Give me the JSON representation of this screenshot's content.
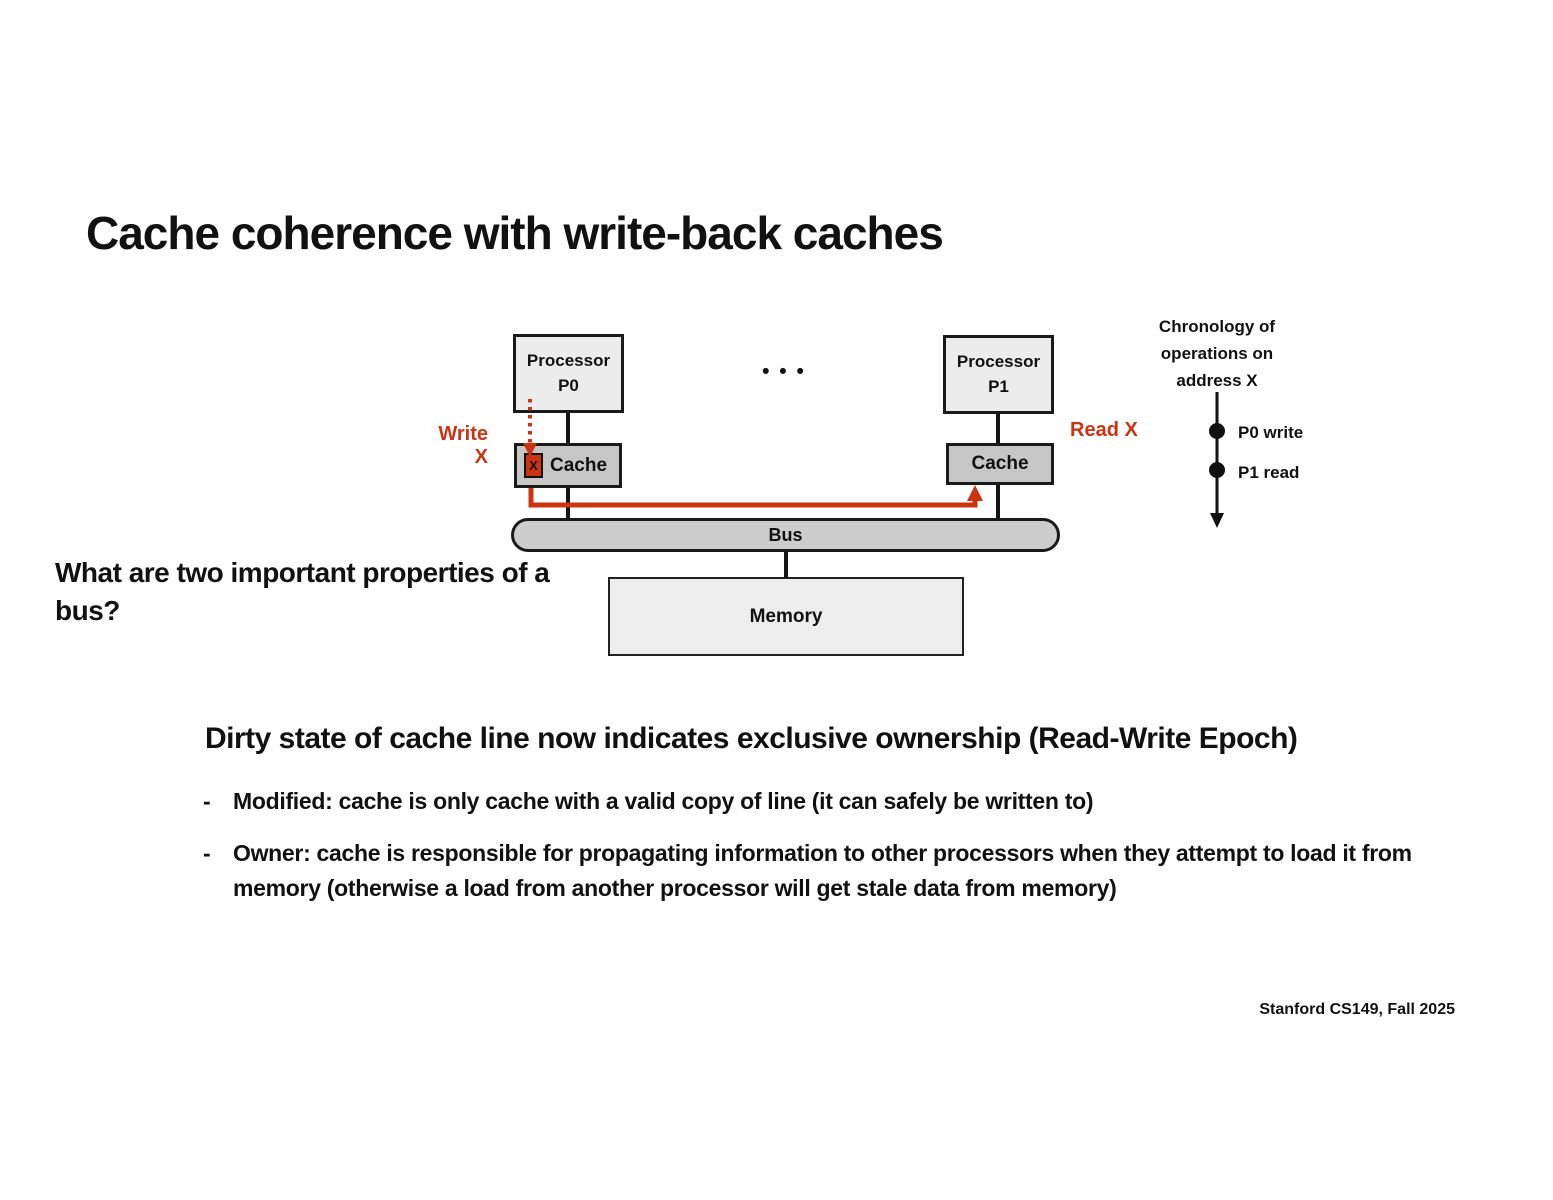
{
  "slide": {
    "title": "Cache coherence with write-back caches",
    "question": "What are two important properties of a bus?",
    "footer": "Stanford CS149, Fall 2025"
  },
  "diagram": {
    "processors": [
      {
        "label": "Processor",
        "name": "P0"
      },
      {
        "label": "Processor",
        "name": "P1"
      }
    ],
    "ellipsis": "• • •",
    "write_label": "Write X",
    "read_label": "Read X",
    "cache0_label": "Cache",
    "cache1_label": "Cache",
    "x_tag": "X",
    "bus_label": "Bus",
    "memory_label": "Memory"
  },
  "chronology": {
    "heading_lines": [
      "Chronology of",
      "operations on",
      "address X"
    ],
    "events": [
      "P0 write",
      "P1 read"
    ]
  },
  "body": {
    "heading": "Dirty state of cache line now indicates exclusive ownership (Read-Write Epoch)",
    "dash": "-",
    "bullets": [
      "Modified: cache is only cache with a valid copy of line (it can safely be written to)",
      "Owner: cache is responsible for propagating information to other processors when they attempt to load it from memory (otherwise a load from another processor will get stale data from memory)"
    ]
  },
  "colors": {
    "accent_red": "#cc3311",
    "processor_fill": "#ececec",
    "cache_fill": "#c6c6c6",
    "bus_fill": "#cdcdcd",
    "memory_fill": "#ededed"
  }
}
